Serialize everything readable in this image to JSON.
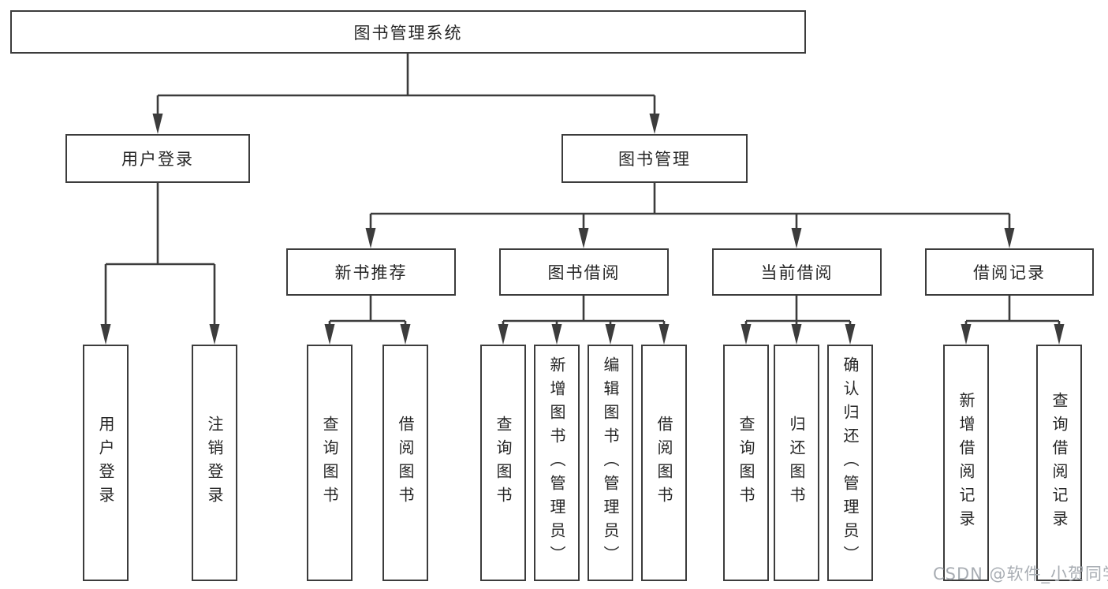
{
  "diagram": {
    "title": "图书管理系统",
    "watermark": "CSDN @软件_小贺同学",
    "colors": {
      "background": "#ffffff",
      "line": "#3c3c3c",
      "box_border": "#3c3c3c",
      "box_fill": "#ffffff",
      "text": "#262626",
      "watermark": "#a8adb3"
    },
    "nodes": {
      "root": {
        "label": "图书管理系统"
      },
      "user_login": {
        "label": "用户登录"
      },
      "book_mgmt": {
        "label": "图书管理"
      },
      "new_book_rec": {
        "label": "新书推荐"
      },
      "book_borrow": {
        "label": "图书借阅"
      },
      "current_borrow": {
        "label": "当前借阅"
      },
      "borrow_record": {
        "label": "借阅记录"
      },
      "leaf_user_login": {
        "label": "用户登录"
      },
      "leaf_logout": {
        "label": "注销登录"
      },
      "leaf_query_book_1": {
        "label": "查询图书"
      },
      "leaf_borrow_book_1": {
        "label": "借阅图书"
      },
      "leaf_query_book_2": {
        "label": "查询图书"
      },
      "leaf_add_book": {
        "label": "新增图书（管理员）"
      },
      "leaf_edit_book": {
        "label": "编辑图书（管理员）"
      },
      "leaf_borrow_book_2": {
        "label": "借阅图书"
      },
      "leaf_query_book_3": {
        "label": "查询图书"
      },
      "leaf_return_book": {
        "label": "归还图书"
      },
      "leaf_confirm_return": {
        "label": "确认归还（管理员）"
      },
      "leaf_add_record": {
        "label": "新增借阅记录"
      },
      "leaf_query_record": {
        "label": "查询借阅记录"
      }
    },
    "hierarchy": [
      {
        "parent": "图书管理系统",
        "children": [
          "用户登录",
          "图书管理"
        ]
      },
      {
        "parent": "用户登录",
        "children": [
          "用户登录",
          "注销登录"
        ]
      },
      {
        "parent": "图书管理",
        "children": [
          "新书推荐",
          "图书借阅",
          "当前借阅",
          "借阅记录"
        ]
      },
      {
        "parent": "新书推荐",
        "children": [
          "查询图书",
          "借阅图书"
        ]
      },
      {
        "parent": "图书借阅",
        "children": [
          "查询图书",
          "新增图书（管理员）",
          "编辑图书（管理员）",
          "借阅图书"
        ]
      },
      {
        "parent": "当前借阅",
        "children": [
          "查询图书",
          "归还图书",
          "确认归还（管理员）"
        ]
      },
      {
        "parent": "借阅记录",
        "children": [
          "新增借阅记录",
          "查询借阅记录"
        ]
      }
    ]
  }
}
